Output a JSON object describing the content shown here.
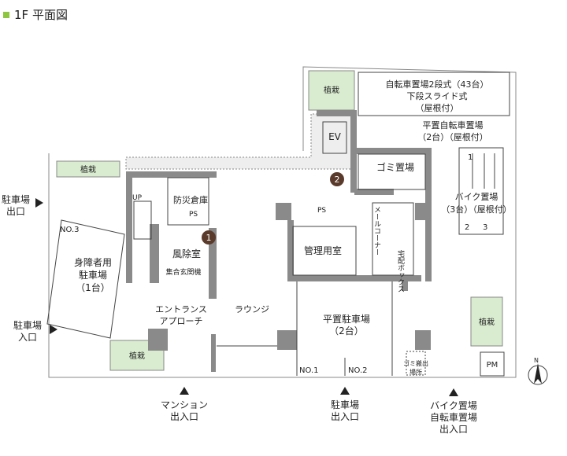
{
  "page": {
    "title": "1F 平面図",
    "accent": "#8ec63f",
    "plant_green": "#d9ecd0",
    "wall_gray": "#8a8a8a"
  },
  "rooms": {
    "bike_parking_top": [
      "自転車置場2段式（43台）",
      "下段スライド式",
      "（屋根付）"
    ],
    "bike_parking_flat": [
      "平置自転車置場",
      "（2台）（屋根付）"
    ],
    "motorbike": [
      "バイク置場",
      "（3台）（屋根付）"
    ],
    "motorbike_numbers": [
      "1",
      "2",
      "3"
    ],
    "ev": "EV",
    "garbage": "ゴミ置場",
    "storage": "防災倉庫",
    "ps1": "PS",
    "ps2": "PS",
    "up": "UP",
    "windbreak": "風除室",
    "entrance_panel": "集合玄関機",
    "management": "管理用室",
    "lounge": "ラウンジ",
    "entrance_approach": [
      "エントランス",
      "アプローチ"
    ],
    "mail_corner": "メールコーナー",
    "delivery_box": "宅配ボックス",
    "parking_flat": [
      "平置駐車場",
      "（2台）"
    ],
    "no1": "NO.1",
    "no2": "NO.2",
    "no3": "NO.3",
    "accessible_parking": [
      "身障者用",
      "駐車場",
      "（1台）"
    ],
    "garbage_out": [
      "ゴミ搬出",
      "場所"
    ],
    "pm": "PM"
  },
  "plantings": [
    "植栽",
    "植栽",
    "植栽",
    "植栽"
  ],
  "markers": [
    "1",
    "2"
  ],
  "exits": {
    "parking_exit": [
      "駐車場",
      "出口"
    ],
    "parking_entrance": [
      "駐車場",
      "入口"
    ],
    "mansion": [
      "マンション",
      "出入口"
    ],
    "parking_bottom": [
      "駐車場",
      "出入口"
    ],
    "bike_bottom": [
      "バイク置場",
      "自転車置場",
      "出入口"
    ]
  },
  "compass": "N"
}
